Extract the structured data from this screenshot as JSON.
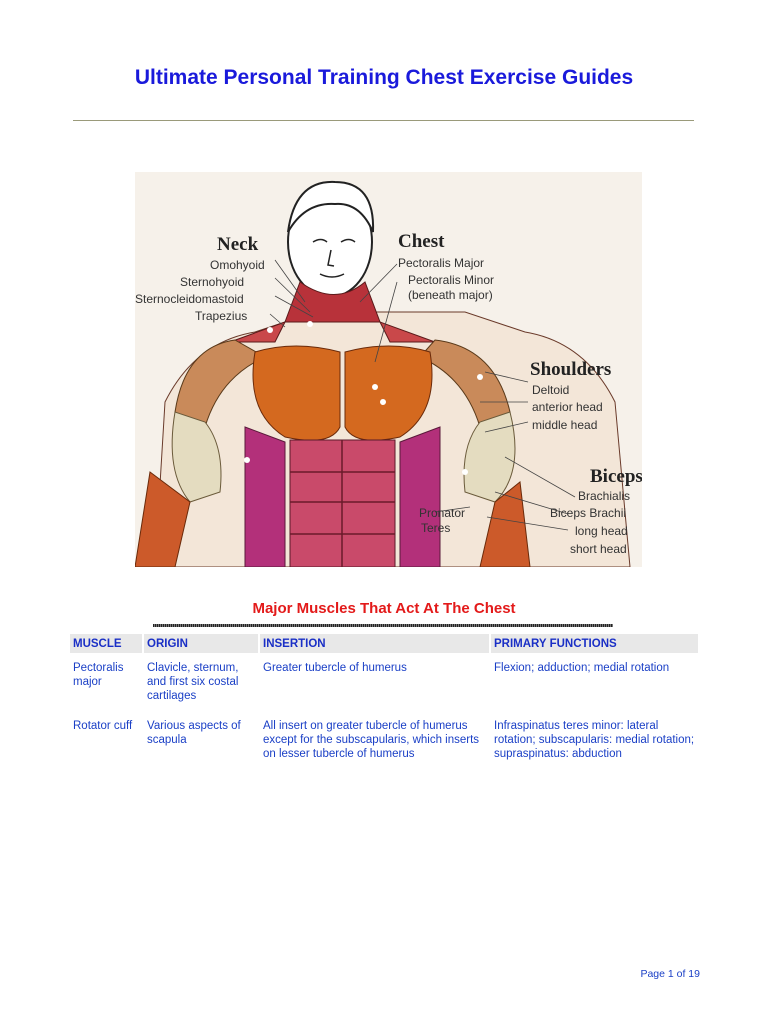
{
  "document": {
    "title": "Ultimate Personal Training Chest Exercise Guides",
    "page_label": "Page 1 of 19"
  },
  "figure": {
    "groups": [
      {
        "heading": "Neck",
        "labels": [
          "Omohyoid",
          "Sternohyoid",
          "Sternocleidomastoid",
          "Trapezius"
        ]
      },
      {
        "heading": "Chest",
        "labels": [
          "Pectoralis Major",
          "Pectoralis Minor",
          "(beneath major)"
        ]
      },
      {
        "heading": "Shoulders",
        "labels": [
          "Deltoid",
          "anterior head",
          "middle head"
        ]
      },
      {
        "heading": "Biceps",
        "labels": [
          "Brachialis",
          "Biceps Brachii",
          "long head",
          "short head"
        ]
      },
      {
        "heading": "",
        "labels": [
          "Pronator",
          "Teres"
        ]
      }
    ],
    "colors": {
      "pectoral": "#d4691f",
      "deltoid": "#c98a5a",
      "biceps": "#e4dcc0",
      "abs": "#c94a6a",
      "serratus": "#b3307a",
      "neck": "#b8323a",
      "skin": "#f3e6d8"
    }
  },
  "section": {
    "title": "Major Muscles That Act At The Chest"
  },
  "table": {
    "headers": [
      "MUSCLE",
      "ORIGIN",
      "INSERTION",
      "PRIMARY FUNCTIONS"
    ],
    "rows": [
      {
        "muscle": "Pectoralis major",
        "origin": "Clavicle, sternum, and first six costal cartilages",
        "insertion": "Greater tubercle of humerus",
        "functions": "Flexion; adduction; medial rotation"
      },
      {
        "muscle": "Rotator cuff",
        "origin": "Various aspects of scapula",
        "insertion": "All insert on greater tubercle of humerus except for the subscapularis, which inserts on lesser tubercle of humerus",
        "functions": "Infraspinatus teres minor: lateral rotation; subscapularis: medial rotation; supraspinatus: abduction"
      }
    ]
  }
}
